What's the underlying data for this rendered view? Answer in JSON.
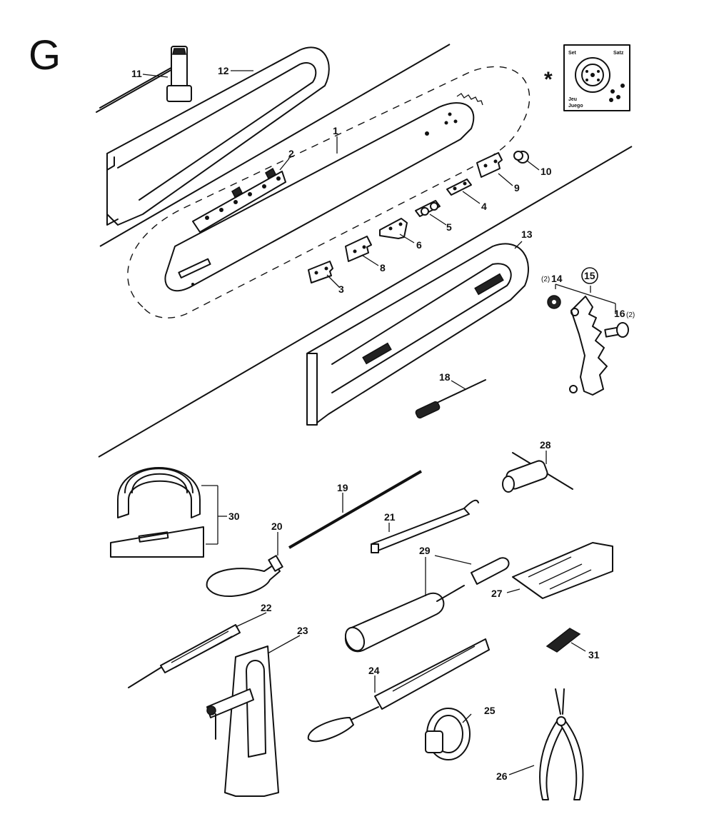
{
  "section_letter": "G",
  "set_box": {
    "marker": "*",
    "labels": {
      "set_en": "Set",
      "set_de": "Satz",
      "set_fr": "Jeu",
      "set_es": "Juego"
    }
  },
  "callouts": {
    "p1": "1",
    "p2": "2",
    "p3": "3",
    "p4": "4",
    "p5": "5",
    "p6": "6",
    "p8": "8",
    "p9": "9",
    "p10": "10",
    "p11": "11",
    "p12": "12",
    "p13": "13",
    "p14": "14",
    "p14_qty": "(2)",
    "p15": "15",
    "p16": "16",
    "p16_qty": "(2)",
    "p18": "18",
    "p19": "19",
    "p20": "20",
    "p21": "21",
    "p22": "22",
    "p23": "23",
    "p24": "24",
    "p25": "25",
    "p26": "26",
    "p27": "27",
    "p28": "28",
    "p29": "29",
    "p30": "30",
    "p31": "31"
  }
}
